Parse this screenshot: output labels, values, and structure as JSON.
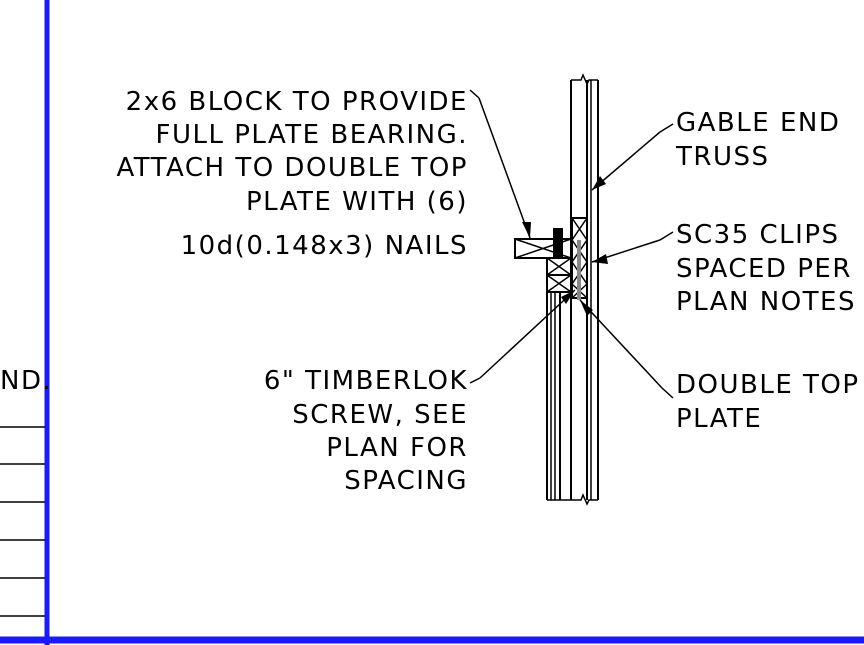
{
  "drawing": {
    "frame_color": "#1a1aff",
    "line_color": "#000000",
    "labels": {
      "block": [
        "2x6 BLOCK TO PROVIDE",
        "FULL PLATE BEARING.",
        "ATTACH TO DOUBLE TOP",
        "PLATE WITH (6)",
        "10d(0.148x3) NAILS"
      ],
      "gable": [
        "GABLE END",
        "TRUSS"
      ],
      "clips": [
        "SC35 CLIPS",
        "SPACED PER",
        "PLAN NOTES"
      ],
      "screw": [
        "6\" TIMBERLOK",
        "SCREW, SEE",
        "PLAN FOR",
        "SPACING"
      ],
      "plate": [
        "DOUBLE TOP",
        "PLATE"
      ],
      "left_fragment": "ND."
    }
  }
}
